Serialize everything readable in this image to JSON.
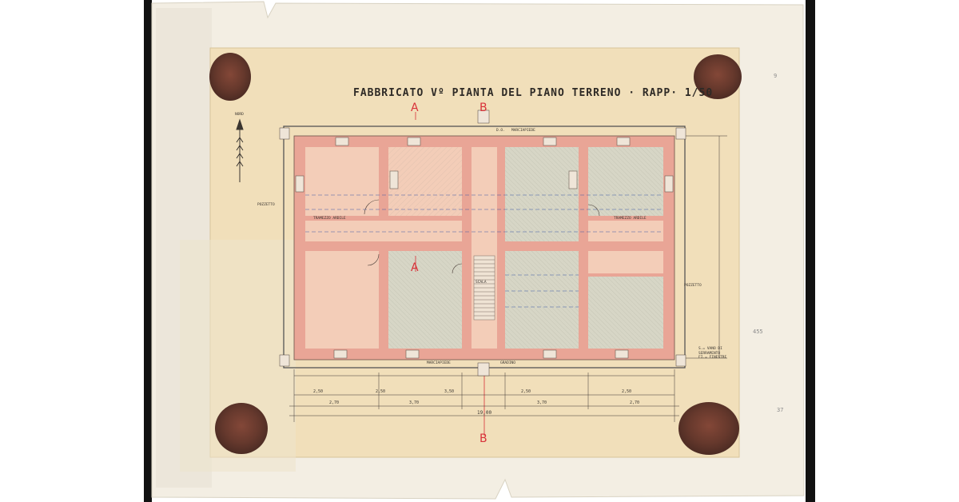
{
  "drawing": {
    "title": "FABBRICATO Vº PIANTA DEL PIANO TERRENO · RAPP· 1/50",
    "north_label": "NORD",
    "section_marks": [
      "A",
      "A",
      "B",
      "B"
    ],
    "corridor_top_label": "D.O.",
    "marciapiede_top": "MARCIAPIEDE",
    "marciapiede_bottom": "MARCIAPIEDE",
    "scala_label": "SCALA",
    "gradino_label": "GRADINO",
    "pozzetto_left": "POZZETTO",
    "pozzetto_right": "POZZETTO",
    "corridor_label_left": "TRAMEZZO ARDILE",
    "corridor_label_right": "TRAMEZZO ARDILE",
    "overall_width": "19,00",
    "dim_upper": [
      "2,50",
      "2,50",
      "3,50",
      "2,50",
      "2,50"
    ],
    "dim_lower": [
      "2,70",
      "3,70",
      "3,70",
      "2,70"
    ],
    "notes": "S.= VANO DI\nSERRAMENTO\nFI.= FINESTRE",
    "pencil_marks": [
      "455",
      "37",
      "9"
    ]
  },
  "colors": {
    "wall": "#e9a596",
    "room_pink": "#f3cdb8",
    "room_grey": "#d7d6c6",
    "tracing_paper": "#f1dfba",
    "mount_paper": "#f3eee3",
    "wax_seal": "#5a2a20",
    "annotation_red": "#d8323a"
  }
}
